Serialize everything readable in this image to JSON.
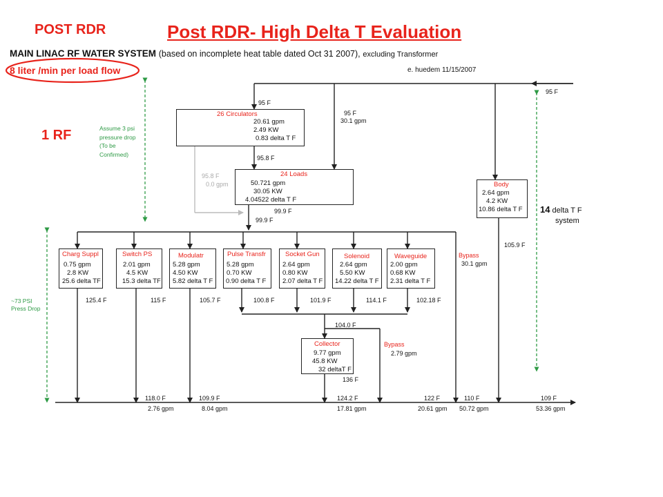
{
  "header": {
    "post_rdr": "POST RDR",
    "title": "Post RDR- High Delta T Evaluation",
    "system_title_bold": "MAIN LINAC RF WATER SYSTEM",
    "system_title_rest": "(based on incomplete heat table dated Oct 31 2007),",
    "system_title_tail": "excluding Transformer",
    "flow_note": "8 liter /min per load flow",
    "author": "e. huedem 11/15/2007",
    "one_rf": "1 RF"
  },
  "notes": {
    "pressure_top": [
      "Assume 3 psi",
      "pressure drop",
      "(To be",
      "Confirmed)"
    ],
    "pressure_bottom": [
      "~73 PSI",
      "Press Drop"
    ],
    "delta_total_value": "14",
    "delta_total_label": "delta T F",
    "delta_total_sub": "system"
  },
  "top": {
    "inlet_right": "95 F",
    "circ_in": "95 F",
    "mid_line_a": "95 F",
    "mid_line_b": "30.1 gpm",
    "circ_out": "95.8 F",
    "bypass_grey_a": "95.8 F",
    "bypass_grey_b": "0.0 gpm",
    "loads_out": "99.9 F",
    "header_temp": "99.9 F"
  },
  "circulators": {
    "title": "26 Circulators",
    "gpm": "20.61 gpm",
    "kw": "2.49 KW",
    "dt": "0.83 delta T F"
  },
  "loads": {
    "title": "24 Loads",
    "gpm": "50.721 gpm",
    "kw": "30.05 KW",
    "dt": "4.04522 delta T F"
  },
  "body": {
    "title": "Body",
    "gpm": "2.64 gpm",
    "kw": "4.2 KW",
    "dt": "10.86 delta T F",
    "out": "105.9 F"
  },
  "components": [
    {
      "title": "Charg Suppl",
      "l1": "0.75 gpm",
      "l2": "2.8 KW",
      "l3": "25.6 delta TF",
      "out": "125.4 F"
    },
    {
      "title": "Switch PS",
      "l1": "2.01 gpm",
      "l2": "4.5 KW",
      "l3": "15.3 delta TF",
      "out": "115 F"
    },
    {
      "title": "Modulatr",
      "l1": "5.28 gpm",
      "l2": "4.50 KW",
      "l3": "5.82 delta T F",
      "out": "105.7 F"
    },
    {
      "title": "Pulse Transfr",
      "l1": "5.28 gpm",
      "l2": "0.70 KW",
      "l3": "0.90 delta T F",
      "out": "100.8 F"
    },
    {
      "title": "Socket Gun",
      "l1": "2.64 gpm",
      "l2": "0.80 KW",
      "l3": "2.07 delta T F",
      "out": "101.9 F"
    },
    {
      "title": "Solenoid",
      "l1": "2.64 gpm",
      "l2": "5.50 KW",
      "l3": "14.22 delta T F",
      "out": "114.1 F"
    },
    {
      "title": "Waveguide",
      "l1": "2.00 gpm",
      "l2": "0.68 KW",
      "l3": "2.31 delta T F",
      "out": "102.18 F"
    }
  ],
  "bypass_main": {
    "title": "Bypass",
    "flow": "30.1 gpm"
  },
  "collector": {
    "in": "104.0 F",
    "title": "Collector",
    "gpm": "9.77 gpm",
    "kw": "45.8 KW",
    "dt": "32 deltaT F",
    "out": "136 F"
  },
  "bypass_collector": {
    "title": "Bypass",
    "flow": "2.79 gpm"
  },
  "outputs": [
    {
      "t": "118.0 F",
      "f": "2.76 gpm"
    },
    {
      "t": "109.9 F",
      "f": "8.04 gpm"
    },
    {
      "t": "124.2 F",
      "f": "17.81 gpm"
    },
    {
      "t": "122 F",
      "f": "20.61 gpm"
    },
    {
      "t": "110 F",
      "f": "50.72 gpm"
    },
    {
      "t": "109 F",
      "f": "53.36 gpm"
    }
  ]
}
